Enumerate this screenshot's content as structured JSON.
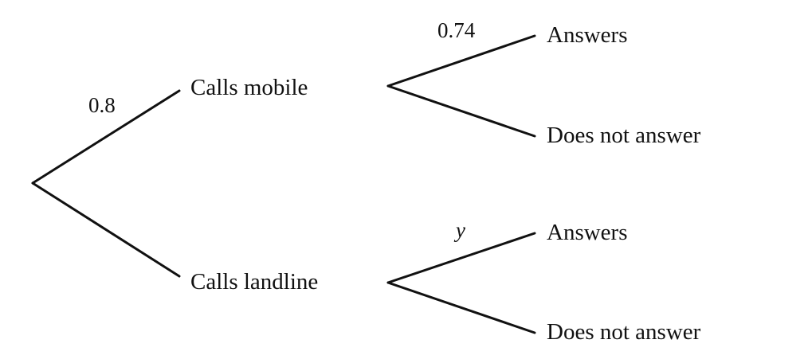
{
  "tree": {
    "first_level": {
      "top": {
        "label": "Calls mobile",
        "probability": "0.8"
      },
      "bottom": {
        "label": "Calls landline",
        "probability": ""
      }
    },
    "second_level": {
      "mobile": {
        "top": {
          "label": "Answers",
          "probability": "0.74"
        },
        "bottom": {
          "label": "Does not answer",
          "probability": ""
        }
      },
      "landline": {
        "top": {
          "label": "Answers",
          "probability": "y"
        },
        "bottom": {
          "label": "Does not answer",
          "probability": ""
        }
      }
    }
  }
}
